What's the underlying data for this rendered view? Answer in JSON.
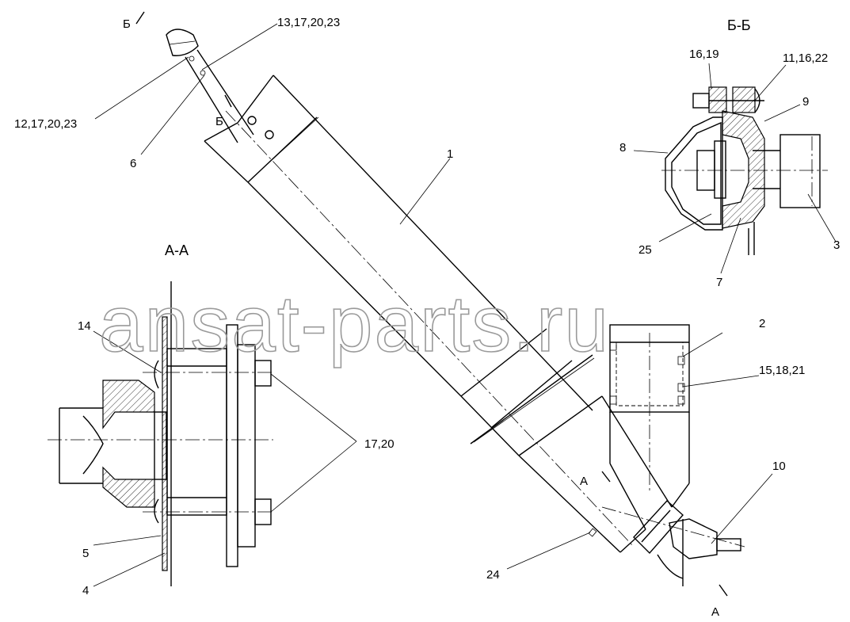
{
  "sections": {
    "aa_title": "А-А",
    "bb_title": "Б-Б",
    "cut_b": "Б",
    "cut_a": "А"
  },
  "callouts": {
    "c1": "1",
    "c2": "2",
    "c3": "3",
    "c4": "4",
    "c5": "5",
    "c6": "6",
    "c7": "7",
    "c8": "8",
    "c9": "9",
    "c10": "10",
    "c14": "14",
    "c24": "24",
    "c25": "25",
    "c_12_17_20_23": "12,17,20,23",
    "c_13_17_20_23": "13,17,20,23",
    "c_16_19": "16,19",
    "c_11_16_22": "11,16,22",
    "c_15_18_21": "15,18,21",
    "c_17_20": "17,20"
  },
  "watermark": "ansat-parts.ru"
}
